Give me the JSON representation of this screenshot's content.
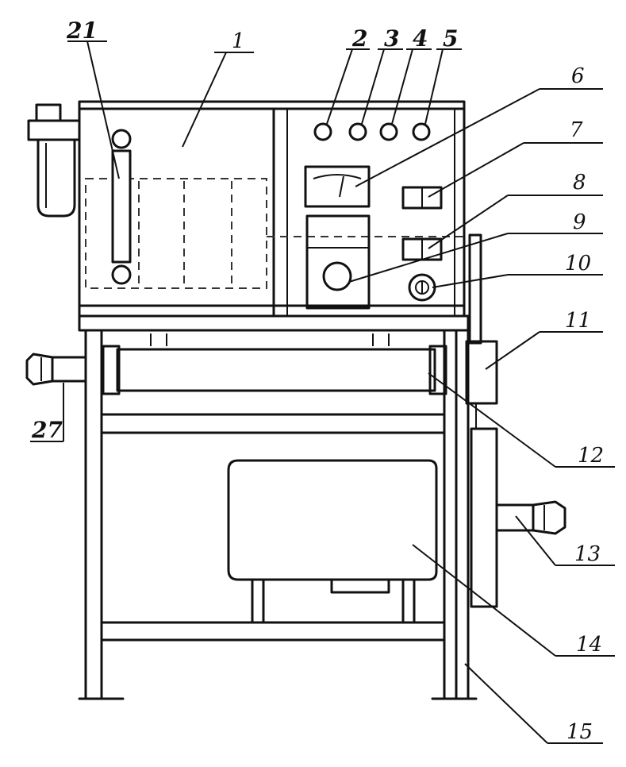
{
  "labels": {
    "l1": "1",
    "l2": "2",
    "l3": "3",
    "l4": "4",
    "l5": "5",
    "l6": "6",
    "l7": "7",
    "l8": "8",
    "l9": "9",
    "l10": "10",
    "l11": "11",
    "l12": "12",
    "l13": "13",
    "l14": "14",
    "l15": "15",
    "l21": "21",
    "l27": "27"
  }
}
